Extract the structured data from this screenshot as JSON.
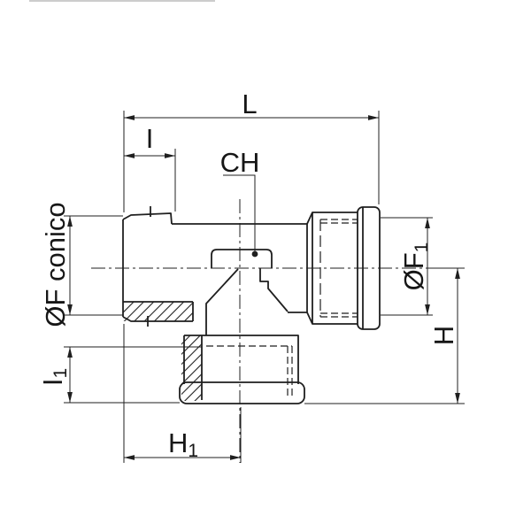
{
  "drawing": {
    "type": "technical-drawing",
    "line_color": "#1f1f1f",
    "background_color": "#ffffff",
    "artifact_line_color": "#cccccc",
    "labels": {
      "L": "L",
      "I": "I",
      "CH": "CH",
      "OF_conico": "ØF conico",
      "OF1": {
        "main": "ØF",
        "sub": "1"
      },
      "H": "H",
      "I1": {
        "main": "I",
        "sub": "1"
      },
      "H1": {
        "main": "H",
        "sub": "1"
      }
    }
  }
}
